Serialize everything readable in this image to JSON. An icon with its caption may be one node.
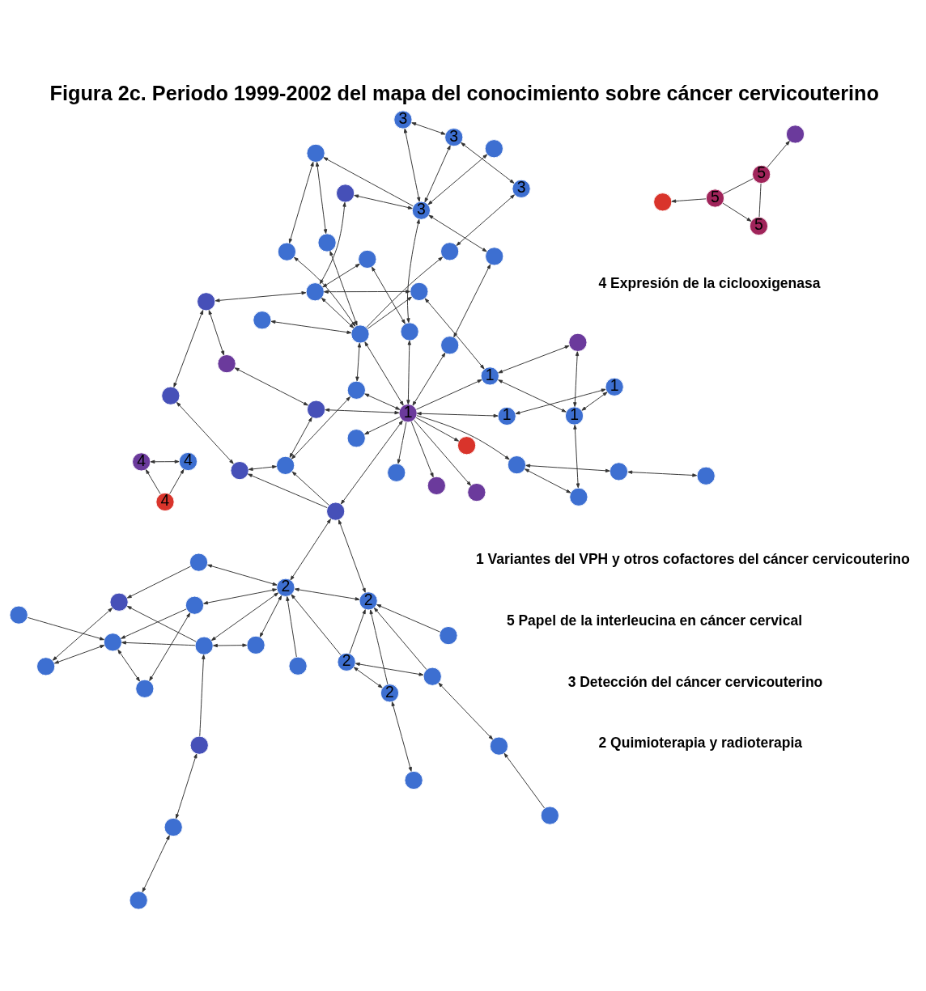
{
  "diagram": {
    "title": "Figura 2c. Periodo 1999-2002 del mapa del conocimiento sobre cáncer cervicouterino",
    "nodes": [
      {
        "text": [],
        "shape": "circle"
      },
      {
        "text": [],
        "shape": "circle"
      },
      {
        "text": [],
        "shape": "circle"
      },
      {
        "text": [],
        "shape": "circle"
      },
      {
        "text": [],
        "shape": "circle"
      },
      {
        "text": [],
        "shape": "circle"
      },
      {
        "text": [],
        "shape": "circle"
      },
      {
        "text": [],
        "shape": "circle"
      },
      {
        "text": [
          "2"
        ]
      },
      {
        "text": [],
        "shape": "circle"
      },
      {
        "text": [
          "2"
        ]
      },
      {
        "text": [
          "2"
        ]
      },
      {
        "text": [
          "2"
        ]
      },
      {
        "text": [],
        "shape": "circle"
      },
      {
        "text": [],
        "shape": "circle"
      },
      {
        "text": [],
        "shape": "circle"
      },
      {
        "text": [],
        "shape": "circle"
      },
      {
        "text": [],
        "shape": "circle"
      },
      {
        "text": [],
        "shape": "circle"
      },
      {
        "text": [],
        "shape": "circle"
      },
      {
        "text": [],
        "shape": "circle"
      },
      {
        "text": [],
        "shape": "circle"
      },
      {
        "text": [],
        "shape": "circle"
      },
      {
        "text": [],
        "shape": "circle"
      },
      {
        "text": [],
        "shape": "circle"
      },
      {
        "text": [],
        "shape": "circle"
      },
      {
        "text": [],
        "shape": "circle"
      },
      {
        "text": [],
        "shape": "circle"
      },
      {
        "text": [],
        "shape": "circle"
      },
      {
        "text": [],
        "shape": "circle"
      },
      {
        "text": [],
        "shape": "circle"
      },
      {
        "text": [],
        "shape": "circle"
      },
      {
        "text": [
          "1"
        ]
      },
      {
        "text": [
          "1"
        ]
      },
      {
        "text": [
          "1"
        ]
      },
      {
        "text": [
          "1"
        ]
      },
      {
        "text": [],
        "shape": "circle"
      },
      {
        "text": [
          "1"
        ]
      },
      {
        "text": [],
        "shape": "circle"
      },
      {
        "text": [],
        "shape": "circle"
      },
      {
        "text": [],
        "shape": "circle"
      },
      {
        "text": [],
        "shape": "circle"
      },
      {
        "text": [],
        "shape": "circle"
      },
      {
        "text": [],
        "shape": "circle"
      },
      {
        "text": [],
        "shape": "circle"
      },
      {
        "text": [],
        "shape": "circle"
      },
      {
        "text": [],
        "shape": "circle"
      },
      {
        "text": [],
        "shape": "circle"
      },
      {
        "text": [],
        "shape": "circle"
      },
      {
        "text": [],
        "shape": "circle"
      },
      {
        "text": [],
        "shape": "circle"
      },
      {
        "text": [],
        "shape": "circle"
      },
      {
        "text": [],
        "shape": "circle"
      },
      {
        "text": [],
        "shape": "circle"
      },
      {
        "text": [
          "3"
        ]
      },
      {
        "text": [],
        "shape": "circle"
      },
      {
        "text": [
          "3"
        ]
      },
      {
        "text": [
          "3"
        ]
      },
      {
        "text": [
          "3"
        ]
      },
      {
        "text": [],
        "shape": "circle"
      },
      {
        "text": [],
        "shape": "circle"
      },
      {
        "text": [],
        "shape": "circle"
      },
      {
        "text": [],
        "shape": "circle"
      },
      {
        "text": [
          "4"
        ]
      },
      {
        "text": [
          "4"
        ]
      },
      {
        "text": [
          "4"
        ]
      },
      {
        "text": [],
        "shape": "circle"
      },
      {
        "text": [
          "5"
        ]
      },
      {
        "text": [
          "5"
        ]
      },
      {
        "text": [
          "5"
        ]
      },
      {
        "text": [],
        "shape": "circle"
      }
    ],
    "edges": [
      {
        "from": 0,
        "to": 1,
        "arrow": "both"
      },
      {
        "from": 1,
        "to": 2,
        "arrow": "both"
      },
      {
        "from": 2,
        "to": 14,
        "arrow": "to"
      },
      {
        "from": 3,
        "to": 4,
        "arrow": "to"
      },
      {
        "from": 4,
        "to": 7,
        "arrow": "both"
      },
      {
        "from": 5,
        "to": 8,
        "arrow": "both"
      },
      {
        "from": 7,
        "to": 10,
        "arrow": "both"
      },
      {
        "from": 7,
        "to": 12,
        "arrow": "to"
      },
      {
        "from": 8,
        "to": 10,
        "arrow": "both"
      },
      {
        "from": 8,
        "to": 12,
        "arrow": "to"
      },
      {
        "from": 9,
        "to": 12,
        "arrow": "to"
      },
      {
        "from": 10,
        "to": 11,
        "arrow": "to"
      },
      {
        "from": 10,
        "to": 12,
        "arrow": "to"
      },
      {
        "from": 6,
        "to": 11,
        "arrow": "to"
      },
      {
        "from": 13,
        "to": 11,
        "arrow": "both"
      },
      {
        "from": 14,
        "to": 11,
        "arrow": "both"
      },
      {
        "from": 15,
        "to": 11,
        "arrow": "both"
      },
      {
        "from": 16,
        "to": 11,
        "arrow": "both"
      },
      {
        "from": 11,
        "to": 12,
        "arrow": "both"
      },
      {
        "from": 14,
        "to": 13,
        "arrow": "both"
      },
      {
        "from": 14,
        "to": 18,
        "arrow": "to"
      },
      {
        "from": 14,
        "to": 19,
        "arrow": "to"
      },
      {
        "from": 15,
        "to": 18,
        "arrow": "to"
      },
      {
        "from": 16,
        "to": 19,
        "arrow": "to"
      },
      {
        "from": 17,
        "to": 19,
        "arrow": "to"
      },
      {
        "from": 20,
        "to": 18,
        "arrow": "both"
      },
      {
        "from": 20,
        "to": 19,
        "arrow": "both"
      },
      {
        "from": 21,
        "to": 19,
        "arrow": "both"
      },
      {
        "from": 21,
        "to": 16,
        "arrow": "both"
      },
      {
        "from": 12,
        "to": 22,
        "arrow": "both"
      },
      {
        "from": 11,
        "to": 22,
        "arrow": "both"
      },
      {
        "from": 22,
        "to": 38,
        "arrow": "to"
      },
      {
        "from": 22,
        "to": 40,
        "arrow": "to"
      },
      {
        "from": 22,
        "to": 32,
        "arrow": "both"
      },
      {
        "from": 38,
        "to": 39,
        "arrow": "both"
      },
      {
        "from": 39,
        "to": 42,
        "arrow": "both"
      },
      {
        "from": 38,
        "to": 40,
        "arrow": "both"
      },
      {
        "from": 40,
        "to": 41,
        "arrow": "both"
      },
      {
        "from": 41,
        "to": 43,
        "arrow": "both"
      },
      {
        "from": 43,
        "to": 42,
        "arrow": "both"
      },
      {
        "from": 40,
        "to": 45,
        "arrow": "both"
      },
      {
        "from": 42,
        "to": 48,
        "arrow": "both"
      },
      {
        "from": 23,
        "to": 24,
        "arrow": "both"
      },
      {
        "from": 24,
        "to": 25,
        "arrow": "both"
      },
      {
        "from": 32,
        "to": 25,
        "arrow": "to"
      },
      {
        "from": 25,
        "to": 26,
        "arrow": "both"
      },
      {
        "from": 26,
        "to": 35,
        "arrow": "both"
      },
      {
        "from": 32,
        "to": 27,
        "arrow": "to"
      },
      {
        "from": 32,
        "to": 28,
        "arrow": "to"
      },
      {
        "from": 32,
        "to": 29,
        "arrow": "to"
      },
      {
        "from": 32,
        "to": 30,
        "arrow": "to"
      },
      {
        "from": 32,
        "to": 31,
        "arrow": "to"
      },
      {
        "from": 32,
        "to": 33,
        "arrow": "both"
      },
      {
        "from": 33,
        "to": 34,
        "arrow": "both"
      },
      {
        "from": 34,
        "to": 35,
        "arrow": "both"
      },
      {
        "from": 35,
        "to": 36,
        "arrow": "both"
      },
      {
        "from": 35,
        "to": 37,
        "arrow": "both"
      },
      {
        "from": 36,
        "to": 37,
        "arrow": "both"
      },
      {
        "from": 32,
        "to": 37,
        "arrow": "to"
      },
      {
        "from": 32,
        "to": 41,
        "arrow": "both"
      },
      {
        "from": 32,
        "to": 44,
        "arrow": "both"
      },
      {
        "from": 32,
        "to": 45,
        "arrow": "both"
      },
      {
        "from": 32,
        "to": 53,
        "arrow": "both"
      },
      {
        "from": 32,
        "to": 47,
        "arrow": "both"
      },
      {
        "from": 37,
        "to": 49,
        "arrow": "both"
      },
      {
        "from": 44,
        "to": 46,
        "arrow": "both"
      },
      {
        "from": 44,
        "to": 54,
        "arrow": "both"
      },
      {
        "from": 46,
        "to": 48,
        "arrow": "both"
      },
      {
        "from": 45,
        "to": 53,
        "arrow": "both"
      },
      {
        "from": 49,
        "to": 48,
        "arrow": "both"
      },
      {
        "from": 53,
        "to": 49,
        "arrow": "to"
      },
      {
        "from": 48,
        "to": 53,
        "arrow": "both"
      },
      {
        "from": 53,
        "to": 59,
        "arrow": "both"
      },
      {
        "from": 53,
        "to": 60,
        "arrow": "both"
      },
      {
        "from": 53,
        "to": 61,
        "arrow": "both"
      },
      {
        "from": 53,
        "to": 55,
        "arrow": "to"
      },
      {
        "from": 48,
        "to": 50,
        "arrow": "both"
      },
      {
        "from": 52,
        "to": 54,
        "arrow": "both"
      },
      {
        "from": 51,
        "to": 54,
        "arrow": "both"
      },
      {
        "from": 50,
        "to": 54,
        "arrow": "both"
      },
      {
        "from": 54,
        "to": 56,
        "arrow": "both"
      },
      {
        "from": 54,
        "to": 57,
        "arrow": "both"
      },
      {
        "from": 54,
        "to": 62,
        "arrow": "to"
      },
      {
        "from": 55,
        "to": 58,
        "arrow": "both"
      },
      {
        "from": 56,
        "to": 57,
        "arrow": "both"
      },
      {
        "from": 56,
        "to": 58,
        "arrow": "both"
      },
      {
        "from": 60,
        "to": 62,
        "arrow": "both"
      },
      {
        "from": 61,
        "to": 62,
        "arrow": "both"
      },
      {
        "from": 52,
        "to": 47,
        "arrow": "both"
      },
      {
        "from": 64,
        "to": 63,
        "arrow": "both"
      },
      {
        "from": 65,
        "to": 63,
        "arrow": "to"
      },
      {
        "from": 65,
        "to": 64,
        "arrow": "to"
      },
      {
        "from": 67,
        "to": 66,
        "arrow": "to"
      },
      {
        "from": 67,
        "to": 68,
        "arrow": "to"
      },
      {
        "from": 67,
        "to": 69,
        "arrow": "none"
      },
      {
        "from": 69,
        "to": 68,
        "arrow": "none"
      },
      {
        "from": 69,
        "to": 70,
        "arrow": "to"
      }
    ],
    "labels": [
      "2 Quimioterapia y radioterapia",
      "4 Expresión de la ciclooxigenasa",
      "1 Variantes del VPH y otros cofactores del cáncer cervicouterino",
      "3 Detección del cáncer cervicouterino",
      "5 Papel de la interleucina en cáncer cervical"
    ]
  }
}
